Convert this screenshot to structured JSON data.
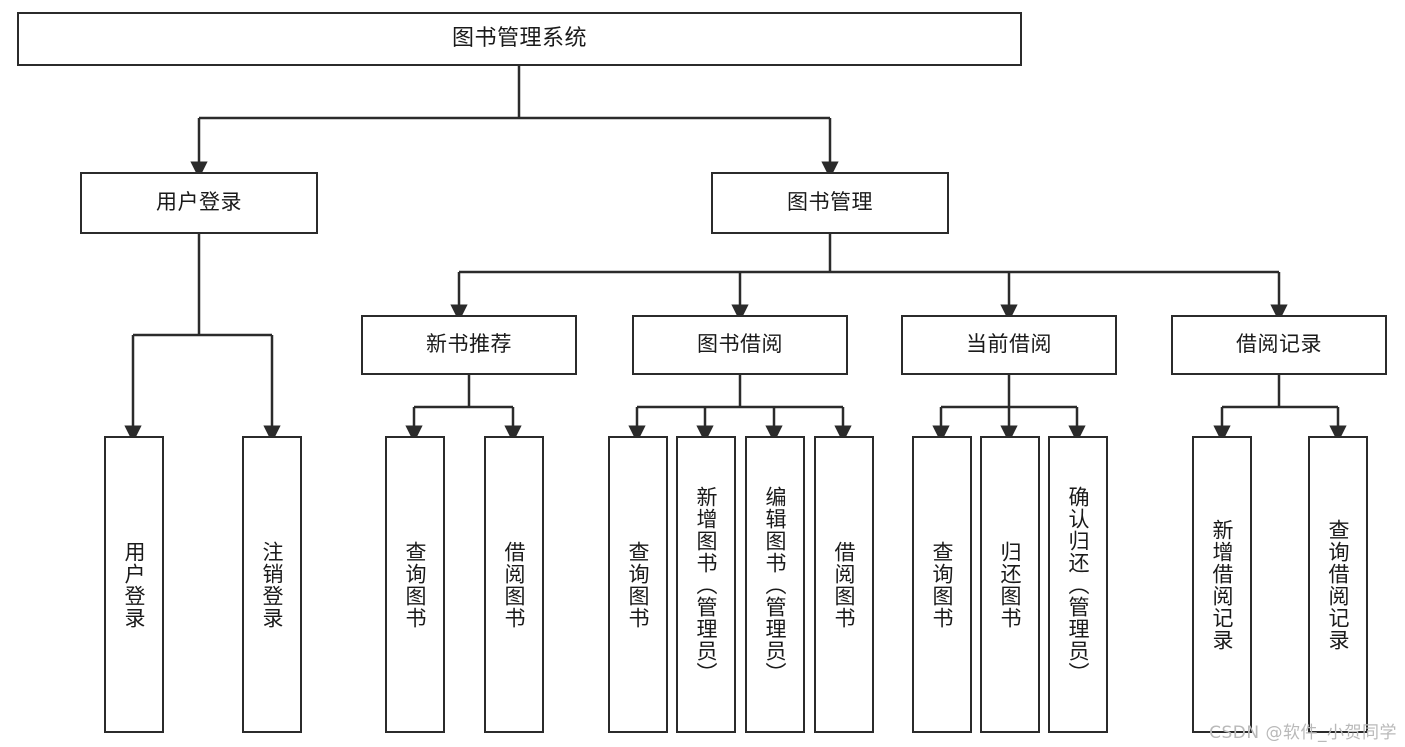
{
  "diagram": {
    "type": "tree",
    "title": "图书管理系统",
    "stroke_color": "#2b2b2b",
    "text_color": "#1a1a1a",
    "background_color": "#ffffff",
    "watermark": "CSDN @软件_小贺同学"
  },
  "nodes": {
    "root": {
      "label": "图书管理系统"
    },
    "level1": [
      {
        "label": "用户登录"
      },
      {
        "label": "图书管理"
      }
    ],
    "level2": [
      {
        "label": "新书推荐"
      },
      {
        "label": "图书借阅"
      },
      {
        "label": "当前借阅"
      },
      {
        "label": "借阅记录"
      }
    ],
    "leaves": {
      "user_login": [
        {
          "label": "用户登录"
        },
        {
          "label": "注销登录"
        }
      ],
      "new_book_recommend": [
        {
          "label": "查询图书"
        },
        {
          "label": "借阅图书"
        }
      ],
      "book_borrow": [
        {
          "label": "查询图书"
        },
        {
          "label": "新增图书（管理员）"
        },
        {
          "label": "编辑图书（管理员）"
        },
        {
          "label": "借阅图书"
        }
      ],
      "current_borrow": [
        {
          "label": "查询图书"
        },
        {
          "label": "归还图书"
        },
        {
          "label": "确认归还（管理员）"
        }
      ],
      "borrow_record": [
        {
          "label": "新增借阅记录"
        },
        {
          "label": "查询借阅记录"
        }
      ]
    }
  }
}
